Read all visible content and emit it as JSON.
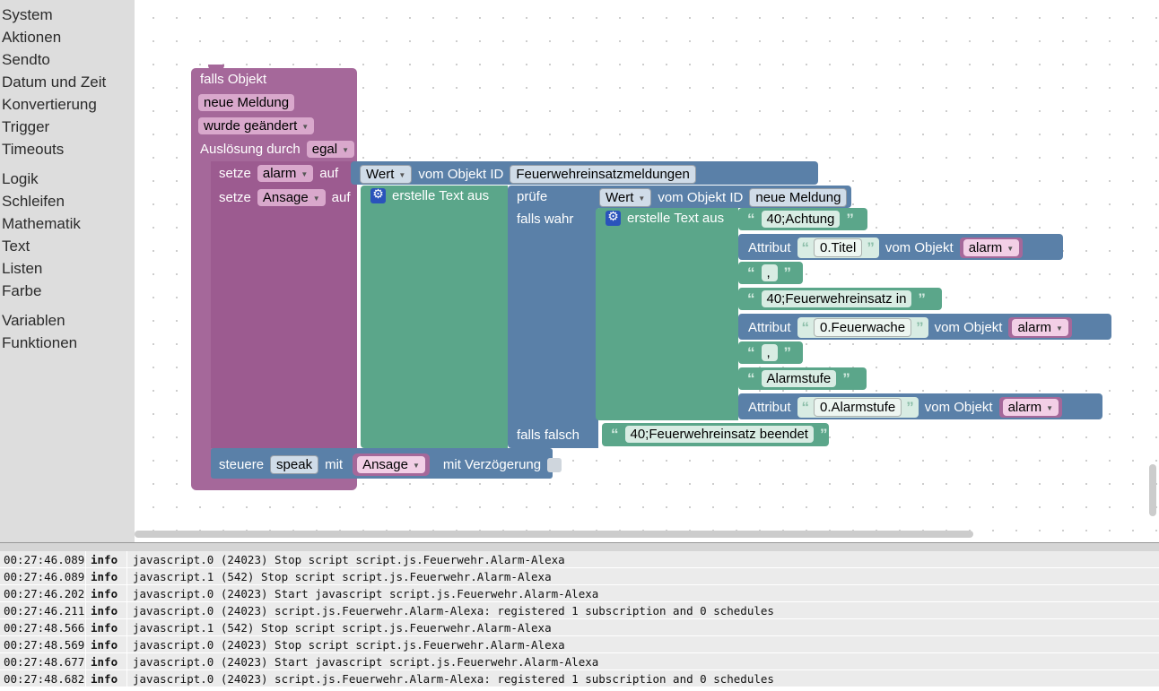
{
  "toolbox": {
    "groups": [
      {
        "items": [
          "System",
          "Aktionen",
          "Sendto",
          "Datum und Zeit",
          "Konvertierung",
          "Trigger",
          "Timeouts"
        ]
      },
      {
        "items": [
          "Logik",
          "Schleifen",
          "Mathematik",
          "Text",
          "Listen",
          "Farbe"
        ]
      },
      {
        "items": [
          "Variablen",
          "Funktionen"
        ]
      }
    ]
  },
  "colors": {
    "trigger_purple": "#A5689A",
    "trigger_purple_field": "#D9A8CC",
    "text_green": "#5BA68A",
    "text_green_field": "#D8ECE3",
    "logic_blue": "#5A80A8",
    "logic_blue_field": "#D0DCE8",
    "toolbox_bg": "#DDDDDD",
    "canvas_bg": "#FFFFFF",
    "gear_blue": "#2A53BB"
  },
  "blocks": {
    "trigger": {
      "title": "falls Objekt",
      "object_field": "neue Meldung",
      "change_dropdown": "wurde geändert",
      "trigger_by_label": "Auslösung durch",
      "trigger_by_dropdown": "egal"
    },
    "set_alarm": {
      "set_label": "setze",
      "variable": "alarm",
      "to_label": "auf"
    },
    "get_value_alarm": {
      "mode": "Wert",
      "from_label": "vom Objekt ID",
      "object_id": "Feuerwehreinsatzmeldungen"
    },
    "set_ansage": {
      "set_label": "setze",
      "variable": "Ansage",
      "to_label": "auf"
    },
    "create_text_outer": {
      "label": "erstelle Text aus"
    },
    "if_block": {
      "if_label": "prüfe",
      "then_label": "falls wahr",
      "else_label": "falls falsch"
    },
    "get_value_neue_meldung": {
      "mode": "Wert",
      "from_label": "vom Objekt ID",
      "object_id": "neue Meldung"
    },
    "create_text_inner": {
      "label": "erstelle Text aus"
    },
    "text_parts": [
      {
        "kind": "text",
        "value": "40;Achtung "
      },
      {
        "kind": "attr",
        "attr_label": "Attribut",
        "attr_value": "0.Titel",
        "from_label": "vom Objekt",
        "object": "alarm"
      },
      {
        "kind": "text",
        "value": ", "
      },
      {
        "kind": "text",
        "value": "40;Feuerwehreinsatz in "
      },
      {
        "kind": "attr",
        "attr_label": "Attribut",
        "attr_value": "0.Feuerwache",
        "from_label": "vom Objekt",
        "object": "alarm"
      },
      {
        "kind": "text",
        "value": ", "
      },
      {
        "kind": "text",
        "value": "Alarmstufe "
      },
      {
        "kind": "attr",
        "attr_label": "Attribut",
        "attr_value": "0.Alarmstufe",
        "from_label": "vom Objekt",
        "object": "alarm"
      }
    ],
    "else_text": "40;Feuerwehreinsatz beendet",
    "speak": {
      "control_label": "steuere",
      "target": "speak",
      "with_label": "mit",
      "value": "Ansage",
      "delay_label": "mit Verzögerung",
      "delay_checked": false
    }
  },
  "console": {
    "columns": [
      "time",
      "severity",
      "message"
    ],
    "rows": [
      {
        "time": "00:27:46.089",
        "severity": "info",
        "message": "javascript.0 (24023) Stop script script.js.Feuerwehr.Alarm-Alexa"
      },
      {
        "time": "00:27:46.089",
        "severity": "info",
        "message": "javascript.1 (542) Stop script script.js.Feuerwehr.Alarm-Alexa"
      },
      {
        "time": "00:27:46.202",
        "severity": "info",
        "message": "javascript.0 (24023) Start javascript script.js.Feuerwehr.Alarm-Alexa"
      },
      {
        "time": "00:27:46.211",
        "severity": "info",
        "message": "javascript.0 (24023) script.js.Feuerwehr.Alarm-Alexa: registered 1 subscription and 0 schedules"
      },
      {
        "time": "00:27:48.566",
        "severity": "info",
        "message": "javascript.1 (542) Stop script script.js.Feuerwehr.Alarm-Alexa"
      },
      {
        "time": "00:27:48.569",
        "severity": "info",
        "message": "javascript.0 (24023) Stop script script.js.Feuerwehr.Alarm-Alexa"
      },
      {
        "time": "00:27:48.677",
        "severity": "info",
        "message": "javascript.0 (24023) Start javascript script.js.Feuerwehr.Alarm-Alexa"
      },
      {
        "time": "00:27:48.682",
        "severity": "info",
        "message": "javascript.0 (24023) script.js.Feuerwehr.Alarm-Alexa: registered 1 subscription and 0 schedules"
      }
    ]
  }
}
